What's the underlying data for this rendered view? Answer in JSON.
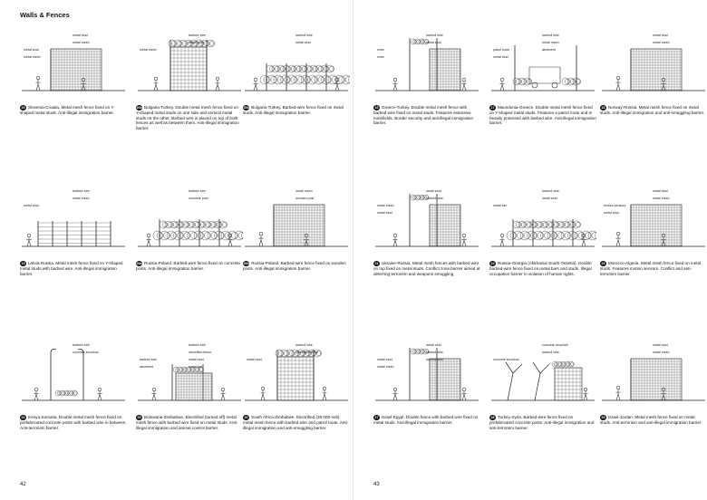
{
  "header": {
    "title": "Walls & Fences"
  },
  "pages": {
    "left_number": "42",
    "right_number": "43"
  },
  "figures": [
    {
      "num": "19",
      "caption": "Slovenia-Croatia. Metal mesh fence fixed on Y-shaped metal studs. Anti-illegal immigration barrier.",
      "labels": [
        "metal stud",
        "metal mesh",
        "metal stud",
        "metal mesh"
      ]
    },
    {
      "num": "20a",
      "caption": "Bulgaria-Turkey. Double metal mesh fence fixed on Y-shaped metal studs on one side and vertical metal studs on the other. Barbed wire is placed on top of both fences as well as between them. Anti-illegal immigration barrier.",
      "labels": [
        "barbed wire",
        "metal stud",
        "metal mesh"
      ]
    },
    {
      "num": "20b",
      "caption": "Bulgaria-Turkey. Barbed-wire fence fixed on metal studs. Anti-illegal immigration barrier.",
      "labels": [
        "barbed wire",
        "metal stud"
      ]
    },
    {
      "num": "16",
      "caption": "Greece-Turkey. Double metal mesh fence with barbed wire fixed on metal studs. Features extensive minefields. Border security and anti-illegal immigration barrier.",
      "labels": [
        "barbed wire",
        "metal stud",
        "mine",
        "mine"
      ]
    },
    {
      "num": "17",
      "caption": "Macedonia-Greece. Double metal mesh fence fixed on Y-shaped metal studs. Features a patrol route and is heavily protected with barbed wire. Anti-illegal immigration barrier.",
      "labels": [
        "barbed wire",
        "metal mesh",
        "patrol route",
        "metal stud",
        "abutment"
      ]
    },
    {
      "num": "18",
      "caption": "Norway-Russia. Metal mesh fence fixed on metal studs. Anti-illegal immigration and anti-smuggling barrier.",
      "labels": [
        "metal stud",
        "metal mesh"
      ]
    },
    {
      "num": "13",
      "caption": "Latvia-Russia. Metal mesh fence fixed on Y-shaped metal studs with barbed wire. Anti-illegal immigration barrier.",
      "labels": [
        "barbed wire",
        "metal mesh",
        "metal stud"
      ]
    },
    {
      "num": "26a",
      "caption": "Russia-Poland. Barbed-wire fence fixed on concrete posts. Anti-illegal immigration barrier.",
      "labels": [
        "barbed wire",
        "concrete post"
      ]
    },
    {
      "num": "26b",
      "caption": "Russia-Poland. Barbed-wire fence fixed on wooden posts. Anti-illegal immigration barrier.",
      "labels": [
        "metal mesh",
        "wooden post"
      ]
    },
    {
      "num": "21",
      "caption": "Ukraine-Russia. Metal mesh fences with barbed wire on top fixed on metal studs. Conflict zone barrier aimed at deterring terrorism and weapons smuggling.",
      "labels": [
        "metal stud",
        "barbed wire",
        "metal mesh",
        "metal stud"
      ]
    },
    {
      "num": "22",
      "caption": "Russia-Georgia (Abkhazia/ South Ossetia). Double barbed-wire fence fixed on metal bars and studs. Illegal occupation barrier in violation of human rights.",
      "labels": [
        "barbed wire",
        "metal stud",
        "metal bar"
      ]
    },
    {
      "num": "23",
      "caption": "Morocco-Algeria. Metal mesh fence fixed on metal studs. Features motion sensors. Conflict and anti-terrorism barrier.",
      "labels": [
        "metal stud",
        "metal mesh",
        "motion sensors",
        "metal stud"
      ]
    },
    {
      "num": "24",
      "caption": "Kenya-Somalia. Double metal mesh fence fixed on prefabricated concrete posts with barbed wire in between. Anti-terrorism barrier.",
      "labels": [
        "barbed wire",
        "concrete structure"
      ]
    },
    {
      "num": "25",
      "caption": "Botswana-Zimbabwe. Electrified (turned off) metal mesh fence with barbed wire fixed on metal studs. Anti-illegal immigration and animal control barrier.",
      "labels": [
        "barbed wire",
        "electrified fence",
        "barbed wire",
        "abutment",
        "metal stud",
        "metal bar"
      ]
    },
    {
      "num": "26",
      "caption": "South Africa-Zimbabwe. Electrified (35 000-volt) metal mesh fence with barbed wire and patrol route. Anti-illegal immigration and anti-smuggling barrier.",
      "labels": [
        "barbed wire",
        "electrified fence",
        "metal stud"
      ]
    },
    {
      "num": "27",
      "caption": "Israel-Egypt. Double fence with barbed wire fixed on metal studs. Anti-illegal immigration barrier.",
      "labels": [
        "metal stud",
        "barbed wire",
        "metal stud",
        "metal mesh",
        "barbed wire"
      ]
    },
    {
      "num": "28",
      "caption": "Turkey-Syria. Barbed-wire fence fixed on prefabricated concrete posts. Anti-illegal immigration and anti-terrorism barrier.",
      "labels": [
        "concrete structure",
        "barbed wire",
        "concrete structure"
      ]
    },
    {
      "num": "29",
      "caption": "Israel-Jordan. Metal mesh fence fixed on metal studs. Anti-terrorism and anti-illegal immigration barrier.",
      "labels": [
        "metal stud",
        "metal mesh"
      ]
    }
  ]
}
